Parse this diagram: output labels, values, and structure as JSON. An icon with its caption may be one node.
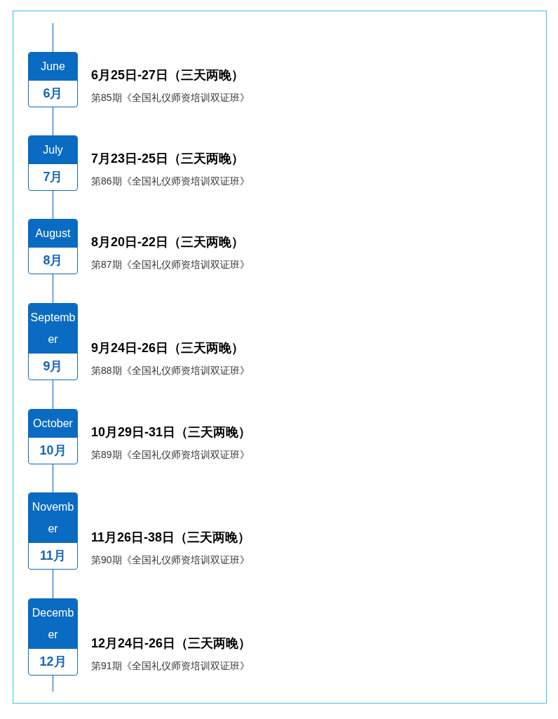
{
  "diagram": {
    "nodes": [
      {
        "text": [
          "June",
          "6月"
        ],
        "beside": [
          "6月25日-27日（三天两晚）",
          "第85期《全国礼仪师资培训双证班》"
        ]
      },
      {
        "text": [
          "July",
          "7月"
        ],
        "beside": [
          "7月23日-25日（三天两晚）",
          "第86期《全国礼仪师资培训双证班》"
        ]
      },
      {
        "text": [
          "August",
          "8月"
        ],
        "beside": [
          "8月20日-22日（三天两晚）",
          "第87期《全国礼仪师资培训双证班》"
        ]
      },
      {
        "text": [
          "September",
          "9月"
        ],
        "beside": [
          "9月24日-26日（三天两晚）",
          "第88期《全国礼仪师资培训双证班》"
        ]
      },
      {
        "text": [
          "October",
          "10月"
        ],
        "beside": [
          "10月29日-31日（三天两晚）",
          "第89期《全国礼仪师资培训双证班》"
        ]
      },
      {
        "text": [
          "November",
          "11月"
        ],
        "beside": [
          "11月26日-38日（三天两晚）",
          "第90期《全国礼仪师资培训双证班》"
        ]
      },
      {
        "text": [
          "December",
          "12月"
        ],
        "beside": [
          "12月24日-26日（三天两晚）",
          "第91期《全国礼仪师资培训双证班》"
        ]
      }
    ],
    "edges": [
      {
        "from": null,
        "to": 0,
        "arrow": "none"
      },
      {
        "from": 0,
        "to": 1,
        "arrow": "none"
      },
      {
        "from": 1,
        "to": 2,
        "arrow": "none"
      },
      {
        "from": 2,
        "to": 3,
        "arrow": "none"
      },
      {
        "from": 3,
        "to": 4,
        "arrow": "none"
      },
      {
        "from": 4,
        "to": 5,
        "arrow": "none"
      },
      {
        "from": 5,
        "to": 6,
        "arrow": "none"
      },
      {
        "from": 6,
        "to": null,
        "arrow": "none"
      }
    ]
  }
}
